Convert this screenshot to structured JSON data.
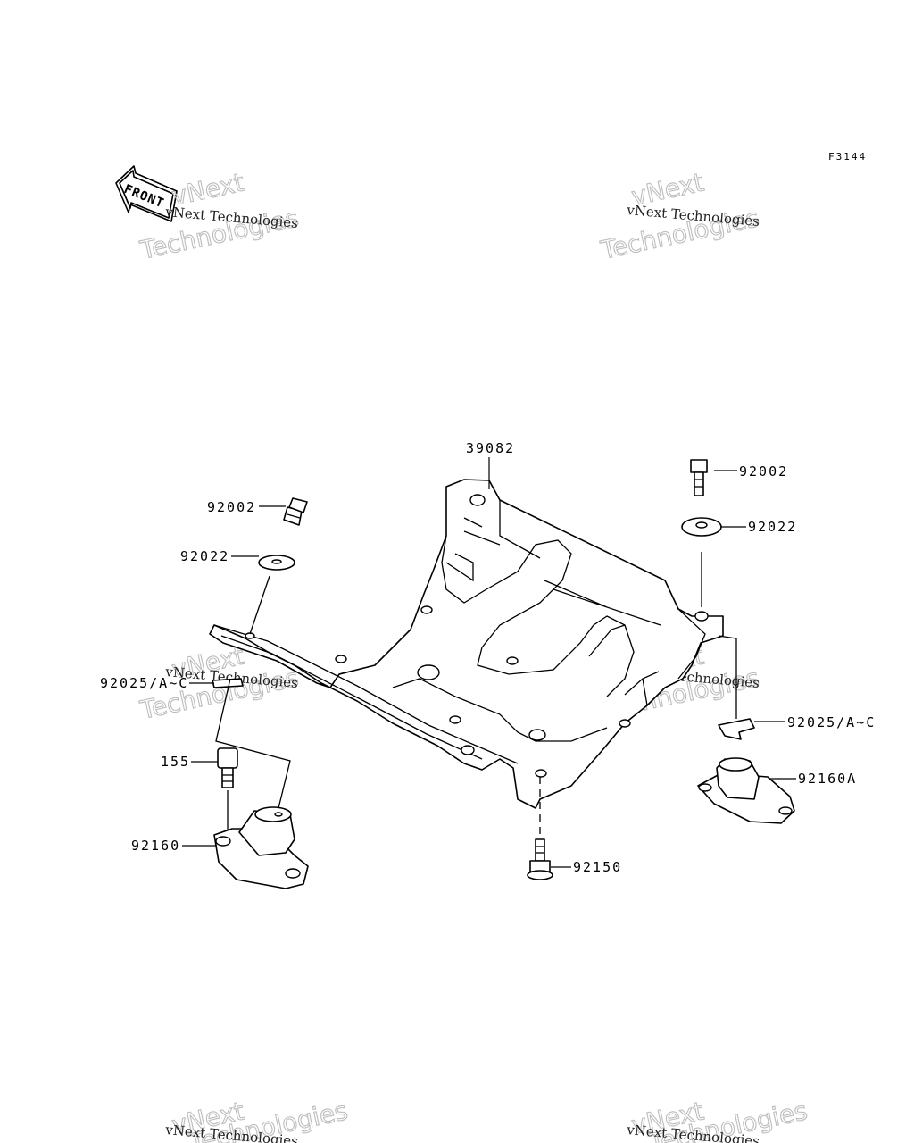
{
  "diagram": {
    "figure_code": "F3144",
    "front_label": "FRONT",
    "watermark": {
      "line1": "vNext Technologies",
      "line2": "vNext",
      "line3": "Technologies"
    },
    "parts": {
      "p39082": "39082",
      "p92002_left": "92002",
      "p92002_right": "92002",
      "p92022_left": "92022",
      "p92022_right": "92022",
      "p92025_left": "92025/A~C",
      "p92025_right": "92025/A~C",
      "p155": "155",
      "p92160": "92160",
      "p92160a": "92160A",
      "p92150": "92150"
    }
  }
}
